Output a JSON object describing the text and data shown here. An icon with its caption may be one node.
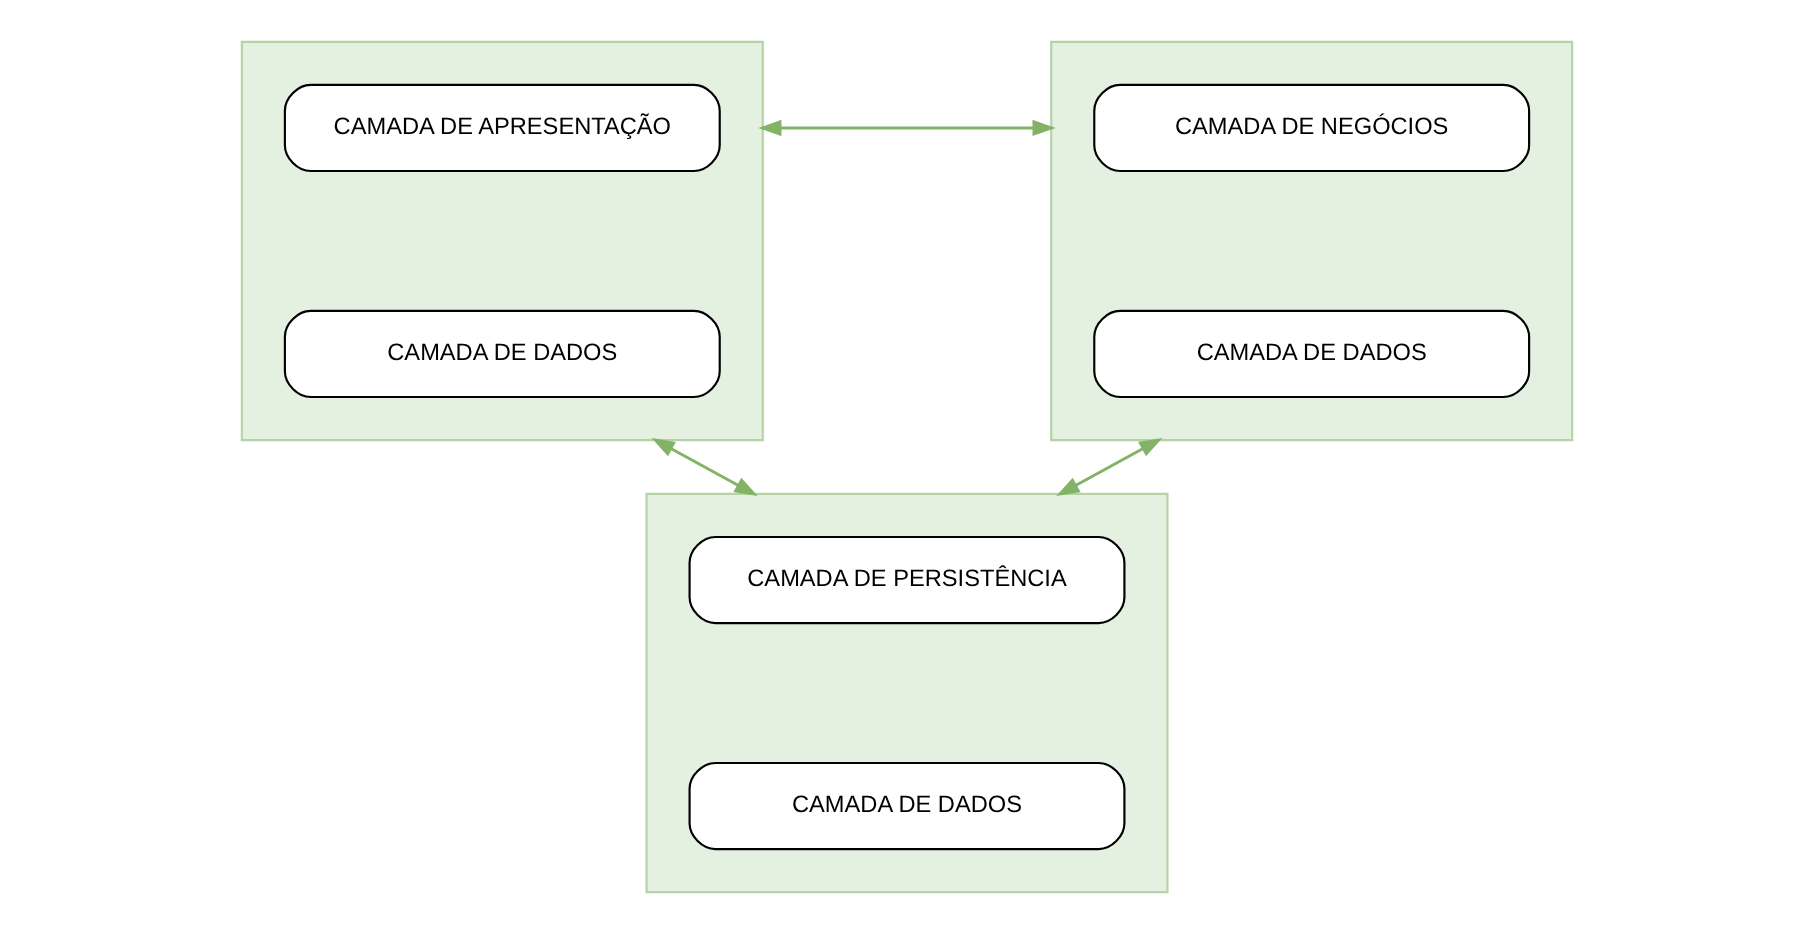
{
  "diagram": {
    "nodes": [
      {
        "text": [],
        "shape": "box"
      },
      {
        "text": [
          "CAMADA DE APRESENTAÇÃO"
        ],
        "in": 0
      },
      {
        "text": [
          "CAMADA DE DADOS"
        ],
        "in": 0
      },
      {
        "text": [],
        "shape": "box"
      },
      {
        "text": [
          "CAMADA DE NEGÓCIOS"
        ],
        "in": 3
      },
      {
        "text": [
          "CAMADA DE DADOS"
        ],
        "in": 3
      },
      {
        "text": [],
        "shape": "box"
      },
      {
        "text": [
          "CAMADA DE PERSISTÊNCIA"
        ],
        "in": 6
      },
      {
        "text": [
          "CAMADA DE DADOS"
        ],
        "in": 6
      }
    ],
    "edges": [
      {
        "from": 0,
        "to": 3,
        "arrow": "both"
      },
      {
        "from": 0,
        "to": 6,
        "arrow": "both"
      },
      {
        "from": 3,
        "to": 6,
        "arrow": "both"
      }
    ]
  }
}
